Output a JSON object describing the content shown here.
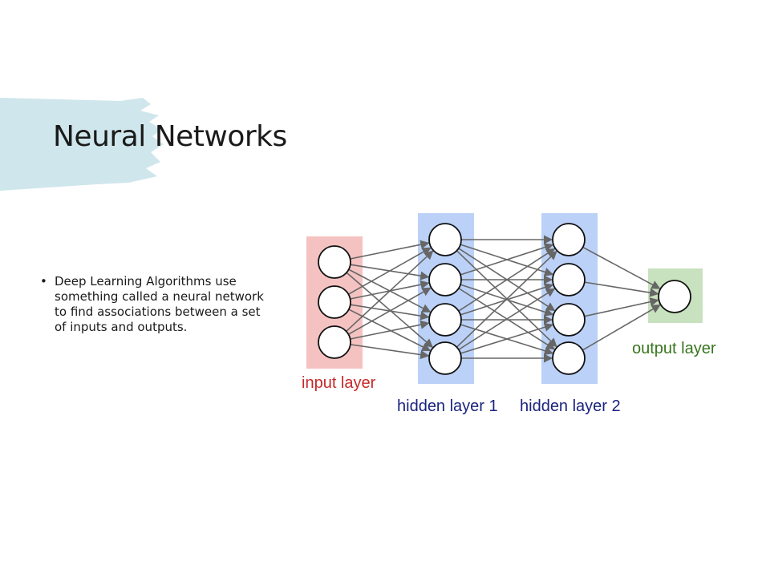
{
  "slide": {
    "title": "Neural Networks",
    "bullets": [
      "Deep Learning Algorithms use something called a neural network to find associations between a set of inputs and outputs."
    ]
  },
  "diagram": {
    "layers": [
      {
        "label": "input layer",
        "nodes": 3,
        "color": "#ef9a9a",
        "label_color": "#c62828"
      },
      {
        "label": "hidden layer 1",
        "nodes": 4,
        "color": "#a4c2f4",
        "label_color": "#1a237e"
      },
      {
        "label": "hidden layer 2",
        "nodes": 4,
        "color": "#a4c2f4",
        "label_color": "#1a237e"
      },
      {
        "label": "output layer",
        "nodes": 1,
        "color": "#b6d7a8",
        "label_color": "#38761d"
      }
    ]
  },
  "colors": {
    "brush": "#cfe6ec",
    "edge": "#666666"
  }
}
